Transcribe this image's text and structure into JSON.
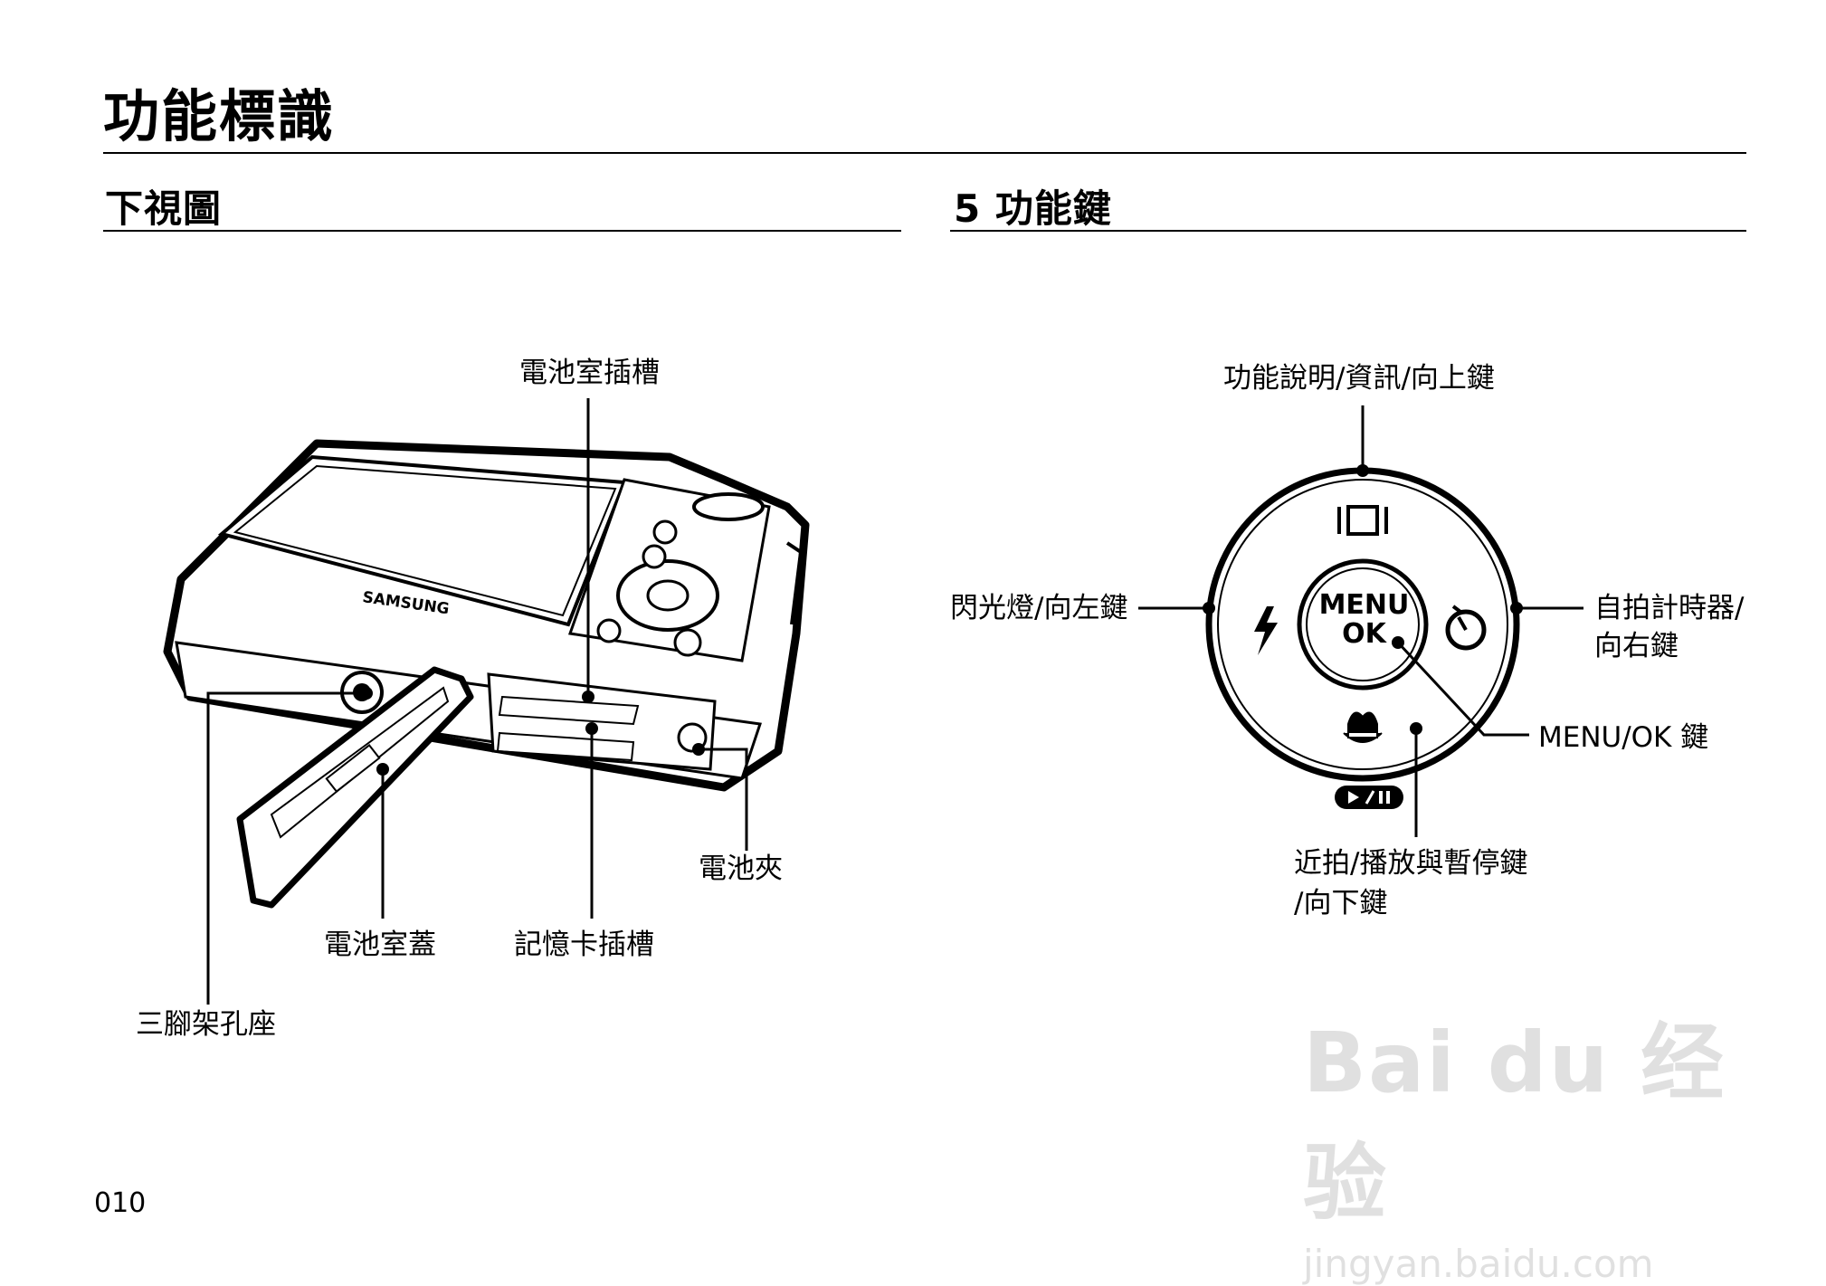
{
  "page": {
    "title": "功能標識",
    "page_number": "010"
  },
  "left_section": {
    "title": "下視圖",
    "labels": {
      "battery_slot": "電池室插槽",
      "battery_clip": "電池夾",
      "battery_cover": "電池室蓋",
      "memory_card_slot": "記憶卡插槽",
      "tripod_socket": "三腳架孔座"
    },
    "camera_brand": "SAMSUNG"
  },
  "right_section": {
    "title": "5 功能鍵",
    "labels": {
      "up": "功能說明/資訊/向上鍵",
      "left": "閃光燈/向左鍵",
      "right_line1": "自拍計時器/",
      "right_line2": "向右鍵",
      "menu_ok": "MENU/OK 鍵",
      "down_line1": "近拍/播放與暫停鍵",
      "down_line2": "/向下鍵"
    },
    "center_button": {
      "line1": "MENU",
      "line2": "OK"
    }
  },
  "watermark": {
    "logo": "Bai du 经验",
    "url": "jingyan.baidu.com"
  }
}
